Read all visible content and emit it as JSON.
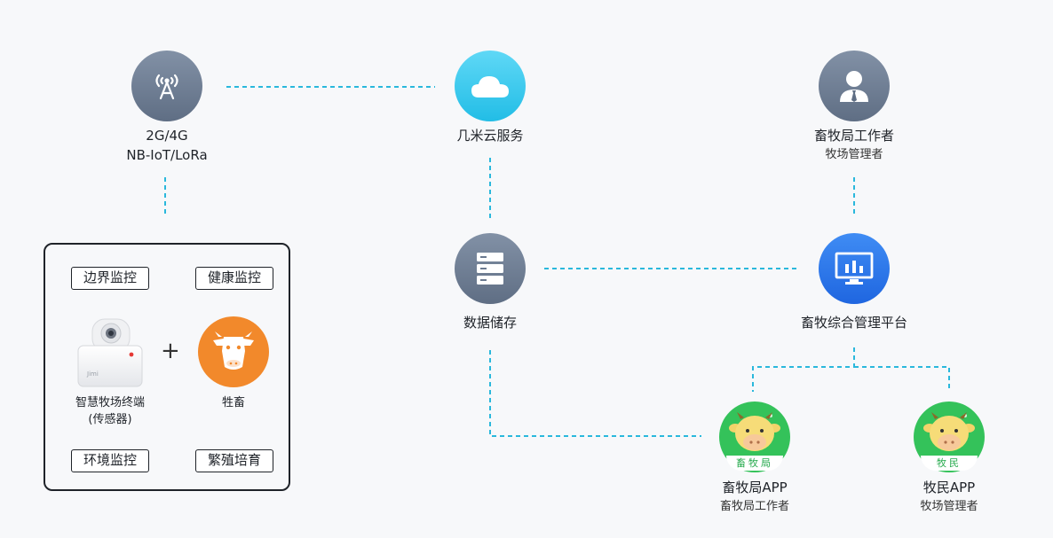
{
  "nodes": {
    "network": {
      "line1": "2G/4G",
      "line2": "NB-IoT/LoRa",
      "icon": "antenna-icon"
    },
    "cloud": {
      "label": "几米云服务",
      "icon": "cloud-icon"
    },
    "worker": {
      "label": "畜牧局工作者",
      "sub": "牧场管理者",
      "icon": "user-icon"
    },
    "storage": {
      "label": "数据储存",
      "icon": "server-icon"
    },
    "platform": {
      "label": "畜牧综合管理平台",
      "icon": "monitor-chart-icon"
    },
    "app_bureau": {
      "label": "畜牧局APP",
      "sub": "畜牧局工作者",
      "badge": "畜牧局",
      "icon": "cow-icon"
    },
    "app_herder": {
      "label": "牧民APP",
      "sub": "牧场管理者",
      "badge": "牧民",
      "icon": "cow-icon"
    }
  },
  "box": {
    "tags": {
      "top_left": "边界监控",
      "top_right": "健康监控",
      "bottom_left": "环境监控",
      "bottom_right": "繁殖培育"
    },
    "device_label": "智慧牧场终端",
    "device_sub": "(传感器)",
    "device_brand": "Jimi",
    "plus": "+",
    "livestock_label": "牲畜"
  },
  "colors": {
    "dash": "#2ab8dc",
    "slate": "#6b7a90",
    "cyan": "#2ec3ea",
    "blue": "#2a73e8",
    "orange": "#f2892b",
    "green": "#34c25a"
  }
}
